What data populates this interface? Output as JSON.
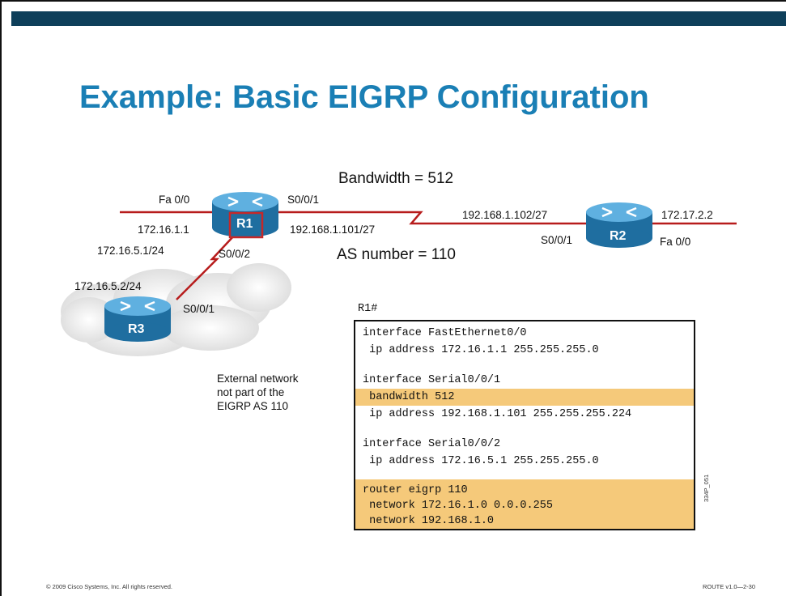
{
  "slide": {
    "title": "Example: Basic EIGRP Configuration",
    "footer_left": "© 2009 Cisco Systems, Inc. All rights reserved.",
    "footer_right": "ROUTE v1.0—2-30",
    "figure_id": "334P_051"
  },
  "diagram": {
    "bandwidth_label": "Bandwidth = 512",
    "as_label": "AS number =  110",
    "routers": [
      {
        "name": "R1"
      },
      {
        "name": "R2"
      },
      {
        "name": "R3"
      }
    ],
    "labels": {
      "r1_fa": "Fa 0/0",
      "r1_fa_ip": "172.16.1.1",
      "r1_s001": "S0/0/1",
      "r1_s001_ip": "192.168.1.101/27",
      "r1_s002": "S0/0/2",
      "r1_s002_ip": "172.16.5.1/24",
      "r2_ip_left": "192.168.1.102/27",
      "r2_s001": "S0/0/1",
      "r2_fa_ip": "172.17.2.2",
      "r2_fa": "Fa 0/0",
      "r3_ip": "172.16.5.2/24",
      "r3_s001": "S0/0/1",
      "external_note_1": "External network",
      "external_note_2": "not part of the",
      "external_note_3": "EIGRP AS 110"
    },
    "colors": {
      "link": "#b71c1c",
      "router": "#2b82b8",
      "title": "#1a7fb5",
      "highlight": "#f5c97a",
      "topbar": "#0e3f5a"
    }
  },
  "config": {
    "prompt": "R1#",
    "lines": [
      "interface FastEthernet0/0",
      " ip address 172.16.1.1 255.255.255.0",
      "interface Serial0/0/1",
      " bandwidth 512",
      " ip address 192.168.1.101 255.255.255.224",
      "interface Serial0/0/2",
      " ip address 172.16.5.1 255.255.255.0",
      "router eigrp 110",
      " network 172.16.1.0 0.0.0.255",
      " network 192.168.1.0"
    ]
  }
}
